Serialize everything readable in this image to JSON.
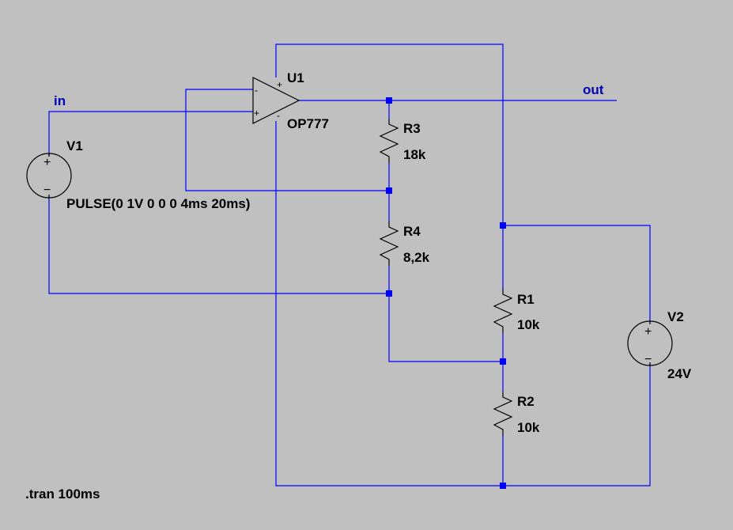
{
  "nets": {
    "in": "in",
    "out": "out"
  },
  "opamp": {
    "name": "U1",
    "model": "OP777",
    "plus_pin": "+",
    "minus_pin": "-"
  },
  "sources": [
    {
      "name": "V1",
      "value": "PULSE(0 1V 0 0 0 4ms 20ms)",
      "plus_sign": "+",
      "minus_sign": "−"
    },
    {
      "name": "V2",
      "value": "24V",
      "plus_sign": "+",
      "minus_sign": "−"
    }
  ],
  "resistors": [
    {
      "name": "R3",
      "value": "18k"
    },
    {
      "name": "R4",
      "value": "8,2k"
    },
    {
      "name": "R1",
      "value": "10k"
    },
    {
      "name": "R2",
      "value": "10k"
    }
  ],
  "directive": ".tran 100ms",
  "colors": {
    "background": "#c0c0c0",
    "wire": "#0000ff",
    "symbol": "#000000",
    "net_label": "#0000b4"
  }
}
